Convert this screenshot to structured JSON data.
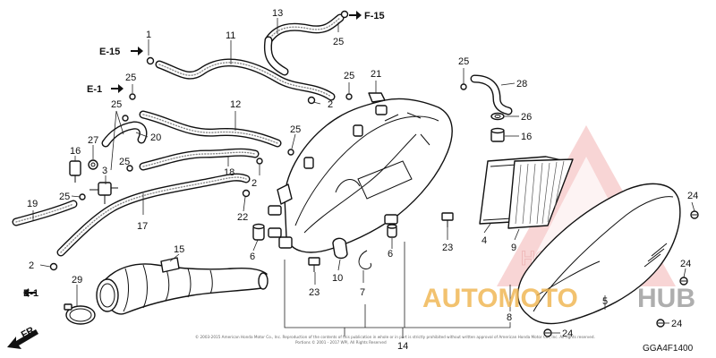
{
  "callouts": {
    "c1": "1",
    "c2a": "2",
    "c2b": "2",
    "c2c": "2",
    "c3": "3",
    "c4": "4",
    "c5": "5",
    "c6a": "6",
    "c6b": "6",
    "c7": "7",
    "c8": "8",
    "c9": "9",
    "c10": "10",
    "c11": "11",
    "c12": "12",
    "c13": "13",
    "c14": "14",
    "c15": "15",
    "c16a": "16",
    "c16b": "16",
    "c17": "17",
    "c18": "18",
    "c19": "19",
    "c20": "20",
    "c21": "21",
    "c22": "22",
    "c23a": "23",
    "c23b": "23",
    "c24a": "24",
    "c24b": "24",
    "c24c": "24",
    "c24d": "24",
    "c25a": "25",
    "c25b": "25",
    "c25c": "25",
    "c25d": "25",
    "c25e": "25",
    "c25f": "25",
    "c25g": "25",
    "c25h": "25",
    "c26": "26",
    "c27": "27",
    "c28": "28",
    "c29": "29"
  },
  "refs": {
    "f15": "F-15",
    "e15": "E-15",
    "e1_top": "E-1",
    "e1_bottom": "E-1",
    "fr": "FR."
  },
  "diagram_code": "GGA4F1400",
  "copyright_line1": "© 2003-2015 American Honda Motor Co., Inc. Reproduction of the contents of this publication in whole or in part is strictly prohibited without written approval of American Honda Motor Co., Inc. All rights reserved.",
  "copyright_line2": "Portions © 2001 - 2017 WPI, All Rights Reserved",
  "watermark": {
    "brand_a": "AUTOMOTO",
    "brand_b": "HUB",
    "honda": "HONDA"
  },
  "colors": {
    "watermark_triangle": "#e05050",
    "watermark_auto": "#f0a020",
    "watermark_hub": "#888888"
  }
}
